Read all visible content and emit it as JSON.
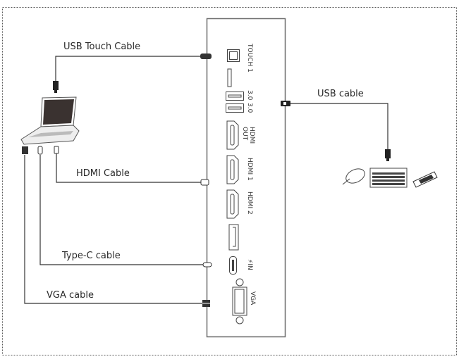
{
  "diagram": {
    "title": "Connection diagram",
    "cables": {
      "usb_touch": "USB Touch Cable",
      "usb": "USB cable",
      "hdmi": "HDMI Cable",
      "typec": "Type-C cable",
      "vga": "VGA cable"
    },
    "ports": {
      "touch1": "TOUCH 1",
      "usb30_a": "3.0",
      "usb30_b": "3.0",
      "hdmi_out_1": "HDMI",
      "hdmi_out_2": "OUT",
      "hdmi1": "HDMI 1",
      "hdmi2": "HDMI 2",
      "typec_in": "⚡IN",
      "vga": "VGA"
    },
    "devices": [
      "laptop",
      "mouse",
      "keyboard",
      "usb-drive"
    ],
    "colors": {
      "line": "#333333",
      "panel": "#6b6b6b",
      "frame": "#555555"
    }
  }
}
